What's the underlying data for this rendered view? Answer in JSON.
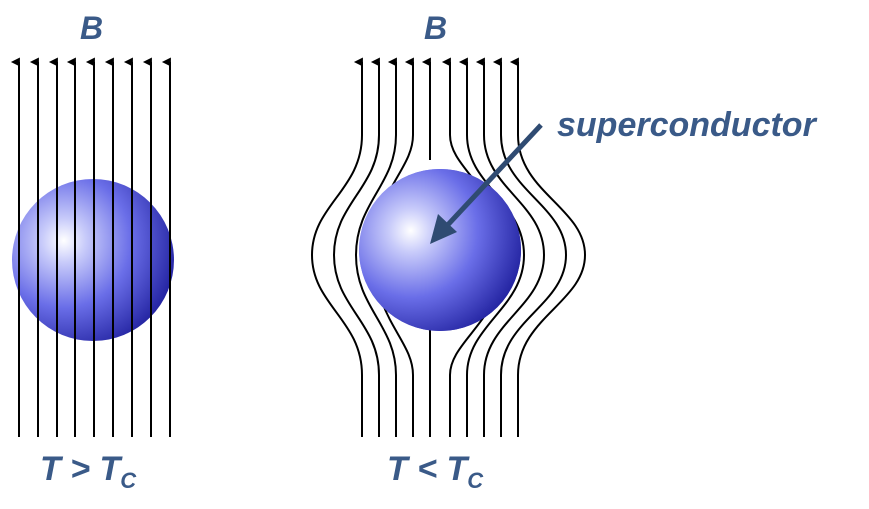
{
  "left_panel": {
    "field_label": "B",
    "condition": {
      "base": "T > T",
      "subscript": "C"
    }
  },
  "right_panel": {
    "field_label": "B",
    "condition": {
      "base": "T < T",
      "subscript": "C"
    },
    "annotation": "superconductor"
  },
  "colors": {
    "text": "#3a5a88",
    "field_line": "#000000",
    "sphere_light": "#ffffff",
    "sphere_mid": "#6a6ee8",
    "sphere_dark": "#1c1c9a",
    "arrow": "#2f4b72"
  }
}
